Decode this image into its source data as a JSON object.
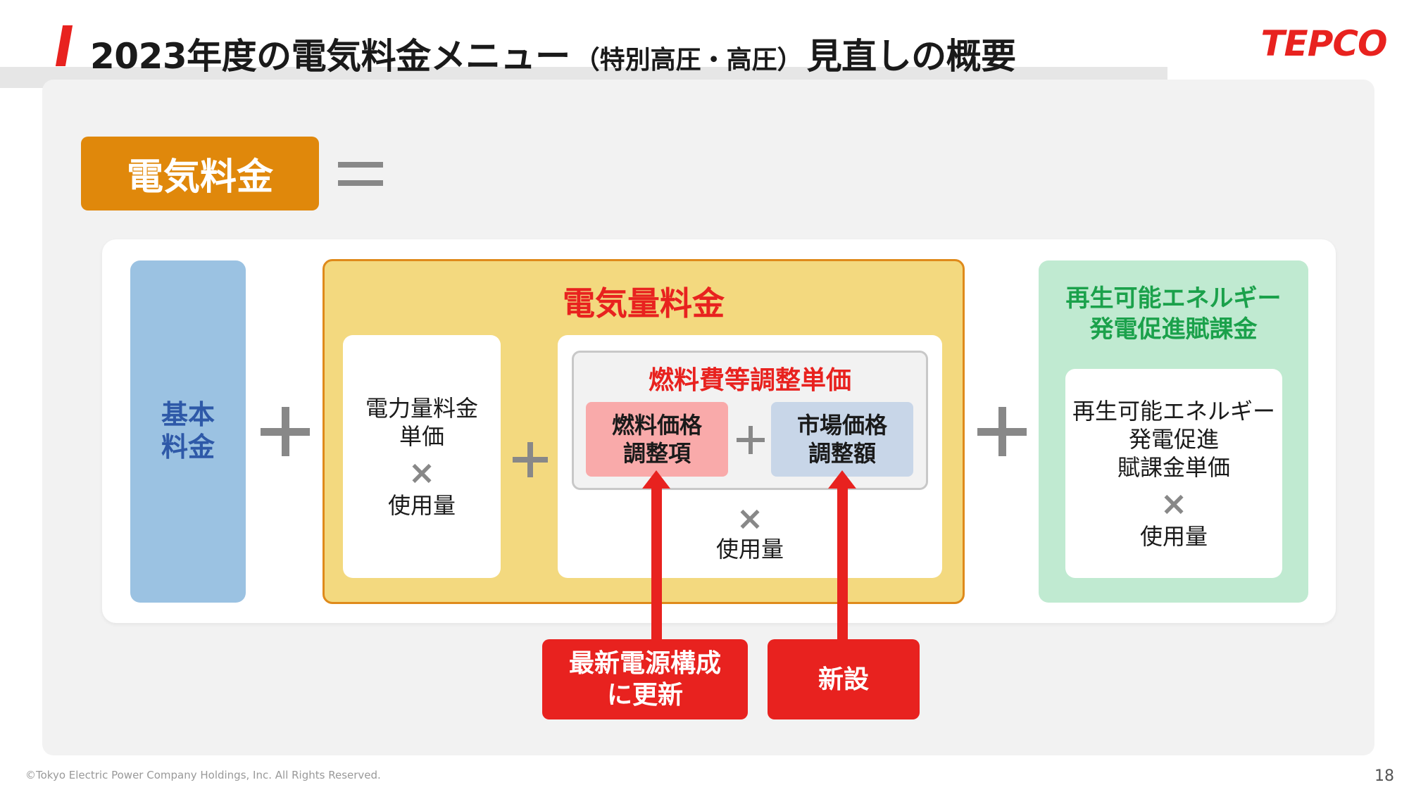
{
  "header": {
    "title_main": "2023年度の電気料金メニュー",
    "title_sub": "（特別高圧・高圧）",
    "title_tail": "見直しの概要",
    "logo": "TEPCO"
  },
  "colors": {
    "accent_red": "#e8221f",
    "orange": "#e0880b",
    "basic_fee_blue": "#9bc2e2",
    "energy_yellow": "#f3d97f",
    "renewable_green": "#c0ead1"
  },
  "diagram": {
    "electricity_fee": "電気料金",
    "basic_fee": [
      "基本",
      "料金"
    ],
    "energy_fee": {
      "title": "電気量料金",
      "unit_price": [
        "電力量料金",
        "単価"
      ],
      "times": "×",
      "usage": "使用量",
      "fuel_adjustment": {
        "title": "燃料費等調整単価",
        "fuel_price_term": [
          "燃料価格",
          "調整項"
        ],
        "market_price_amount": [
          "市場価格",
          "調整額"
        ],
        "times": "×",
        "usage": "使用量"
      }
    },
    "renewable_levy": {
      "title": [
        "再生可能エネルギー",
        "発電促進賦課金"
      ],
      "unit_price": [
        "再生可能エネルギー",
        "発電促進",
        "賦課金単価"
      ],
      "times": "×",
      "usage": "使用量"
    },
    "callouts": {
      "update": [
        "最新電源構成",
        "に更新"
      ],
      "new": "新設"
    }
  },
  "footer": {
    "copyright": "©Tokyo Electric Power Company Holdings, Inc. All Rights Reserved.",
    "page_number": "18"
  }
}
